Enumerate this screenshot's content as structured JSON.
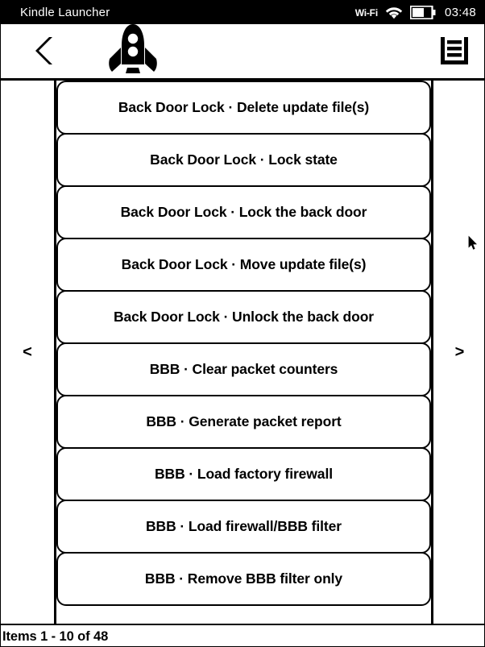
{
  "status_bar": {
    "title": "Kindle Launcher",
    "wifi_label": "Wi-Fi",
    "wifi_icon": "wifi-signal-icon",
    "battery_icon": "battery-icon",
    "clock": "03:48"
  },
  "toolbar": {
    "back_icon": "back-chevron-icon",
    "logo_icon": "rocket-icon",
    "menu_icon": "hamburger-menu-icon"
  },
  "pagination": {
    "prev_label": "<",
    "next_label": ">"
  },
  "list": {
    "items": [
      {
        "label": "Back Door Lock · Delete update file(s)"
      },
      {
        "label": "Back Door Lock · Lock state"
      },
      {
        "label": "Back Door Lock · Lock the back door"
      },
      {
        "label": "Back Door Lock · Move update file(s)"
      },
      {
        "label": "Back Door Lock · Unlock the back door"
      },
      {
        "label": "BBB · Clear packet counters"
      },
      {
        "label": "BBB · Generate packet report"
      },
      {
        "label": "BBB · Load factory firewall"
      },
      {
        "label": "BBB · Load firewall/BBB filter"
      },
      {
        "label": "BBB · Remove BBB filter only"
      }
    ]
  },
  "footer": {
    "status": "Items 1 - 10 of 48"
  },
  "colors": {
    "background": "#ffffff",
    "foreground": "#000000",
    "status_bar_bg": "#000000",
    "status_bar_fg": "#ffffff"
  }
}
